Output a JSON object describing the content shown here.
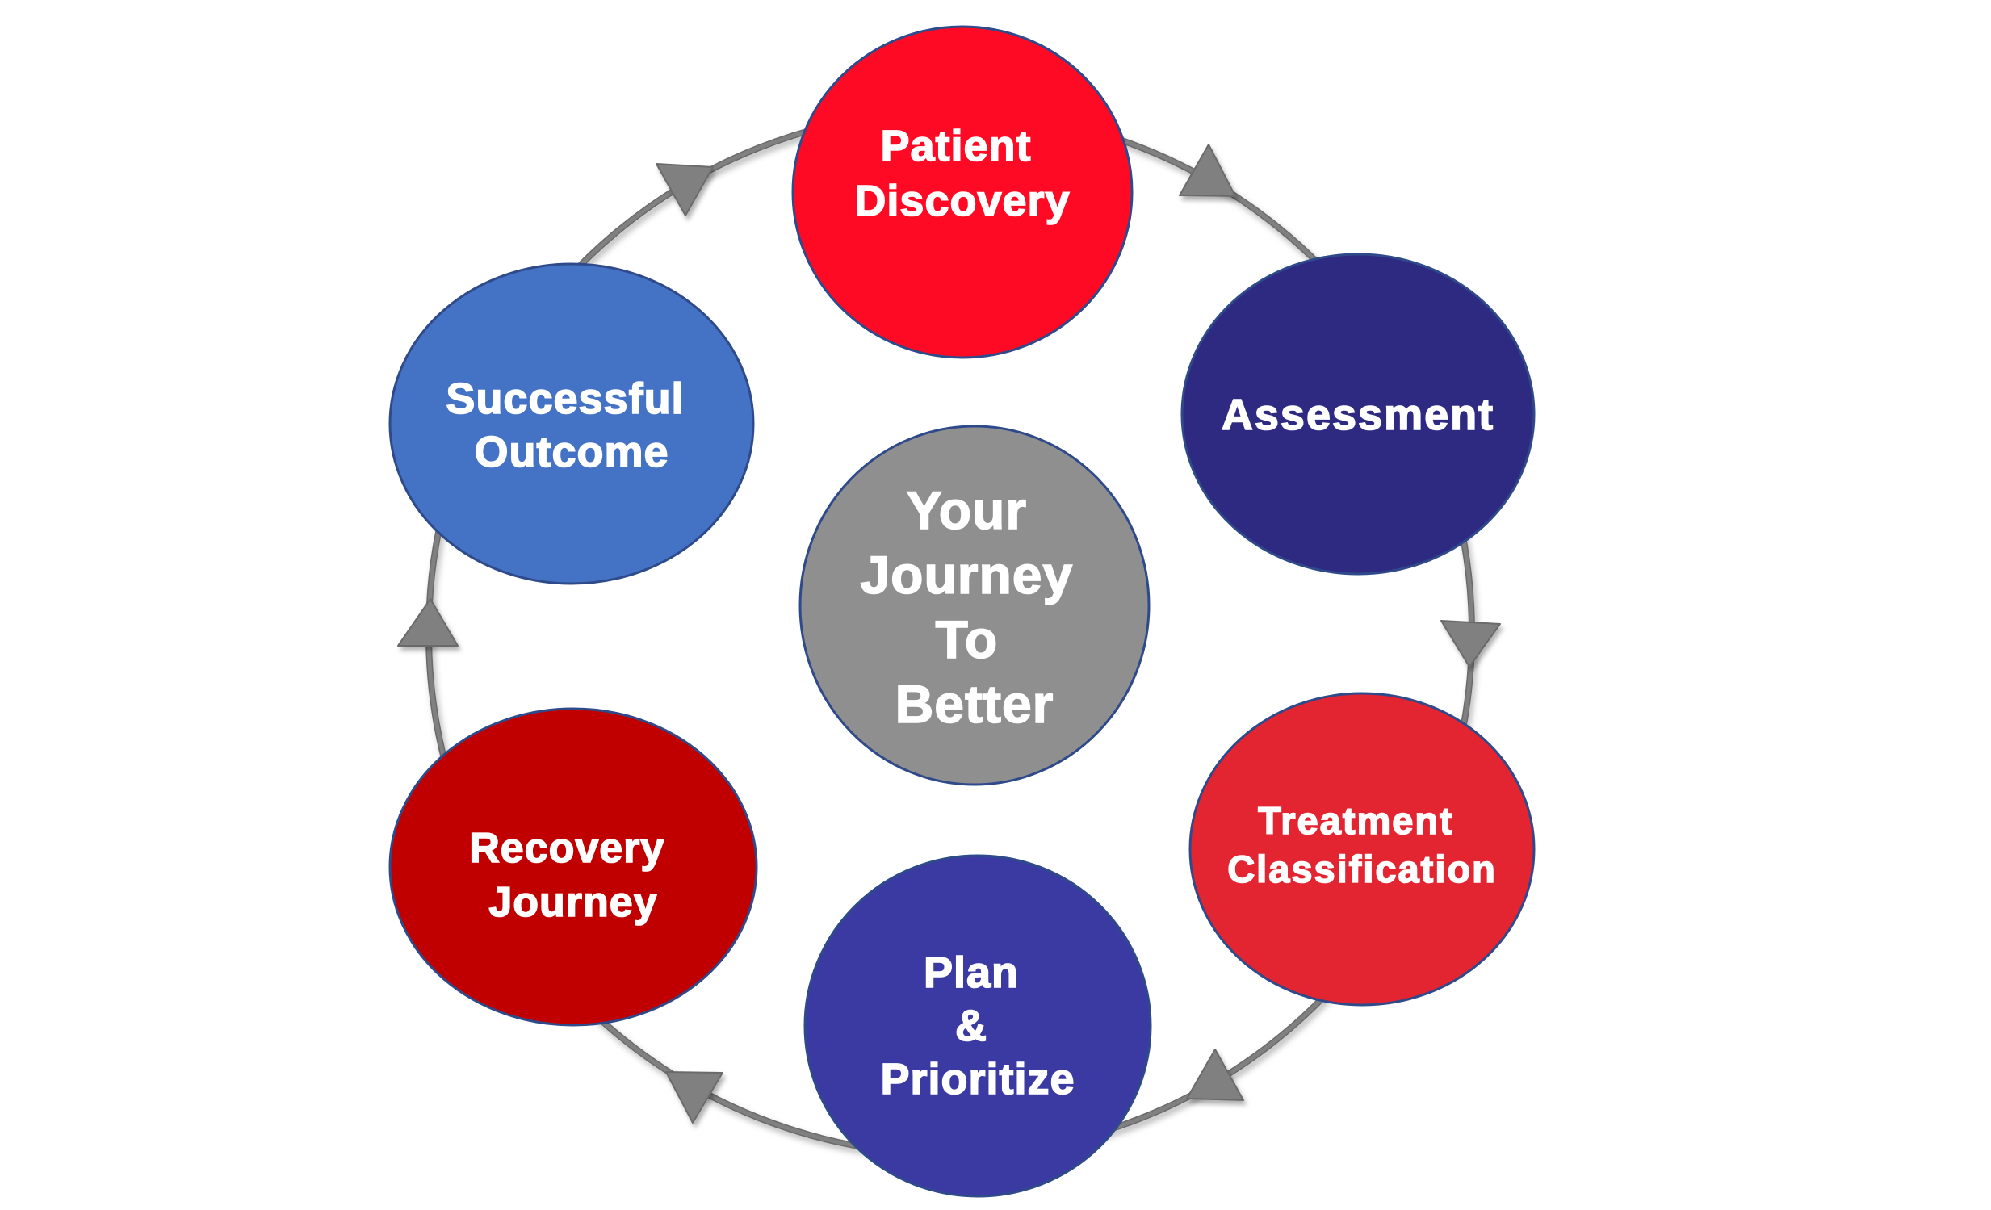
{
  "diagram": {
    "type": "cycle",
    "direction": "clockwise",
    "center": {
      "lines": [
        "Your",
        "Journey",
        "To",
        "Better"
      ],
      "fill": "#8F8F8F"
    },
    "nodes": [
      {
        "id": "patient-discovery",
        "lines": [
          "Patient",
          "Discovery"
        ],
        "fill": "#FF0A25"
      },
      {
        "id": "assessment",
        "lines": [
          "Assessment"
        ],
        "fill": "#2E2A81"
      },
      {
        "id": "treatment-classification",
        "lines": [
          "Treatment",
          "Classification"
        ],
        "fill": "#E32431"
      },
      {
        "id": "plan-prioritize",
        "lines": [
          "Plan",
          "&",
          "Prioritize"
        ],
        "fill": "#3B3AA3"
      },
      {
        "id": "recovery-journey",
        "lines": [
          "Recovery",
          "Journey"
        ],
        "fill": "#C00000"
      },
      {
        "id": "successful-outcome",
        "lines": [
          "Successful",
          "Outcome"
        ],
        "fill": "#4472C4"
      }
    ],
    "node_outline_color": "#2F4A8A",
    "ring_color": "#808080",
    "arrow_color": "#808080",
    "text_color": "#FFFFFF"
  }
}
